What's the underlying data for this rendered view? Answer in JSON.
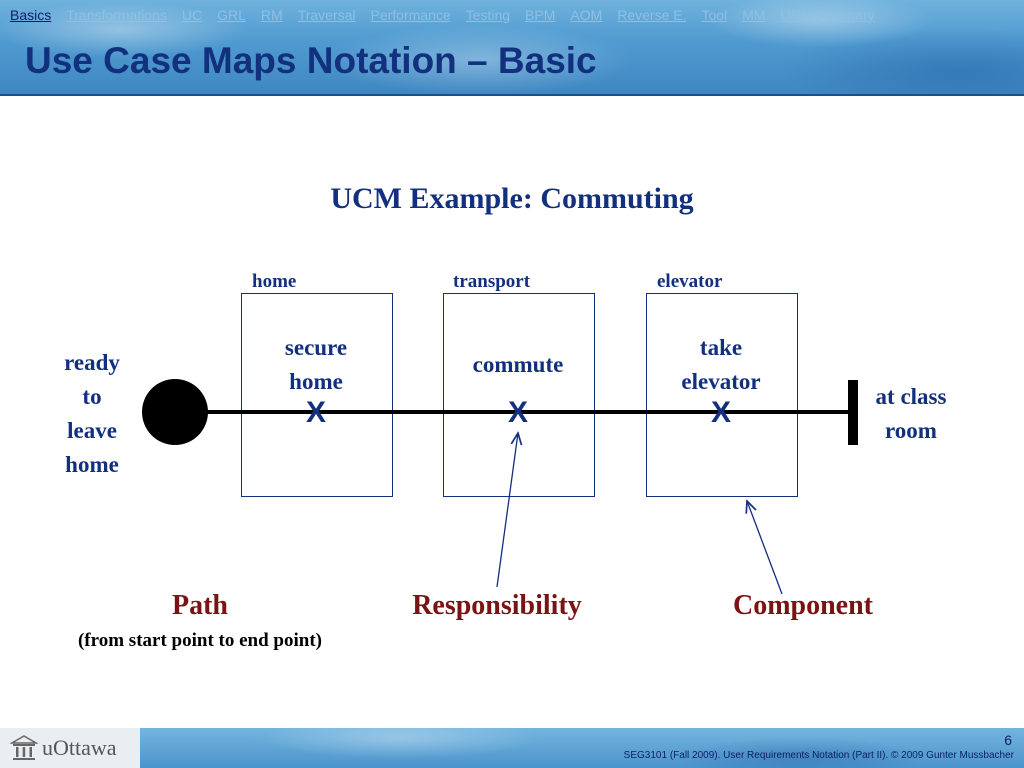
{
  "nav": {
    "items": [
      "Basics",
      "Transformations",
      "UC",
      "GRL",
      "RM",
      "Traversal",
      "Performance",
      "Testing",
      "BPM",
      "AOM",
      "Reverse E.",
      "Tool",
      "MM",
      "URN Summary"
    ]
  },
  "slide": {
    "title": "Use Case Maps Notation – Basic"
  },
  "diagram": {
    "title": "UCM Example: Commuting",
    "components": [
      {
        "label": "home",
        "responsibility_line1": "secure",
        "responsibility_line2": "home"
      },
      {
        "label": "transport",
        "responsibility_line1": "commute",
        "responsibility_line2": ""
      },
      {
        "label": "elevator",
        "responsibility_line1": "take",
        "responsibility_line2": "elevator"
      }
    ],
    "responsibility_mark": "X",
    "start_point": {
      "lines": [
        "ready",
        "to",
        "leave",
        "home"
      ]
    },
    "end_point": {
      "lines": [
        "at class",
        "room"
      ]
    },
    "legend": {
      "path": "Path",
      "path_sub": "(from start point to end point)",
      "responsibility": "Responsibility",
      "component": "Component"
    },
    "colors": {
      "primary": "#13307e",
      "legend": "#7a1414"
    }
  },
  "footer": {
    "logo_text": "uOttawa",
    "page_number": "6",
    "note": "SEG3101 (Fall 2009).   User Requirements Notation (Part II).   © 2009 Gunter Mussbacher"
  }
}
